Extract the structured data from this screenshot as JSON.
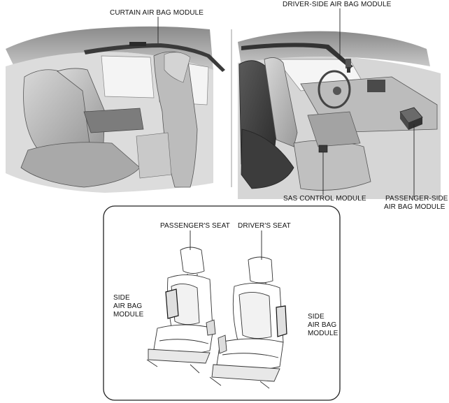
{
  "labels": {
    "curtain": "CURTAIN AIR BAG MODULE",
    "driver_side": "DRIVER-SIDE AIR BAG MODULE",
    "sas": "SAS CONTROL MODULE",
    "passenger_side_l1": "PASSENGER-SIDE",
    "passenger_side_l2": "AIR BAG MODULE",
    "passengers_seat": "PASSENGER'S SEAT",
    "drivers_seat": "DRIVER'S SEAT",
    "side_left_l1": "SIDE",
    "side_left_l2": "AIR BAG",
    "side_left_l3": "MODULE",
    "side_right_l1": "SIDE",
    "side_right_l2": "AIR BAG",
    "side_right_l3": "MODULE"
  }
}
